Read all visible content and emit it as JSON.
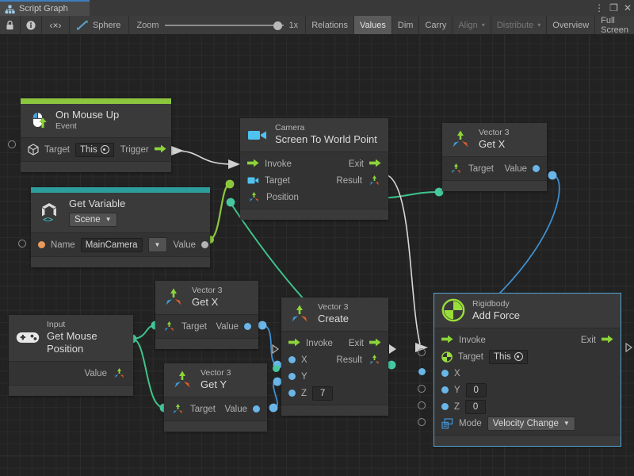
{
  "window": {
    "tab_label": "Script Graph",
    "tab_icon": "graph-icon",
    "menu_icon": "⋮",
    "maximize_icon": "❐",
    "close_icon": "✕"
  },
  "toolbar": {
    "lock_icon": "lock-icon",
    "info_icon": "info-icon",
    "code_icon": "‹×›",
    "object_name": "Sphere",
    "object_icon": "script-graph-asset-icon",
    "zoom_label": "Zoom",
    "zoom_value": "1x",
    "buttons": [
      {
        "label": "Relations",
        "state": "normal"
      },
      {
        "label": "Values",
        "state": "active"
      },
      {
        "label": "Dim",
        "state": "normal"
      },
      {
        "label": "Carry",
        "state": "normal"
      },
      {
        "label": "Align",
        "state": "dim",
        "caret": "▾"
      },
      {
        "label": "Distribute",
        "state": "dim",
        "caret": "▾"
      },
      {
        "label": "Overview",
        "state": "normal"
      },
      {
        "label": "Full Screen",
        "state": "normal"
      }
    ]
  },
  "colors": {
    "event_accent": "#8CC63F",
    "variable_accent": "#2A9D9C",
    "selection": "#53A8D8",
    "flow_wire": "#D8D8D8",
    "vector_wire": "#3FC48C",
    "float_wire": "#3F90D0",
    "object_wire": "#8CC63F",
    "canvas_bg": "#222222"
  },
  "nodes": [
    {
      "id": "on-mouse-up",
      "subtitle": "On Mouse Up",
      "title": "Event",
      "icon": "mouse-up-icon",
      "accent": "#8CC63F",
      "ports": [
        {
          "label": "Target",
          "icon": "cube-icon",
          "value": "This",
          "side": "left"
        },
        {
          "label": "Trigger",
          "icon": "flow-arrow",
          "side": "right"
        }
      ]
    },
    {
      "id": "get-variable",
      "subtitle": "Get Variable",
      "title": "Scene",
      "icon": "unity-variable-icon",
      "accent": "#2A9D9C",
      "scope": "Scene",
      "ports": [
        {
          "label": "Name",
          "value": "MainCamera",
          "side": "left"
        },
        {
          "label": "Value",
          "side": "right"
        }
      ]
    },
    {
      "id": "camera-screen-to-world",
      "subtitle": "Camera",
      "title": "Screen To World Point",
      "icon": "camera-icon",
      "ports": [
        {
          "label": "Invoke",
          "side": "left"
        },
        {
          "label": "Target",
          "side": "left"
        },
        {
          "label": "Position",
          "side": "left"
        },
        {
          "label": "Exit",
          "side": "right"
        },
        {
          "label": "Result",
          "side": "right"
        }
      ]
    },
    {
      "id": "vector3-getx-top",
      "subtitle": "Vector 3",
      "title": "Get X",
      "icon": "vector3-icon",
      "ports": [
        {
          "label": "Target",
          "side": "left"
        },
        {
          "label": "Value",
          "side": "right"
        }
      ]
    },
    {
      "id": "input-get-mouse-position",
      "subtitle": "Input",
      "title": "Get Mouse Position",
      "icon": "gamepad-icon",
      "ports": [
        {
          "label": "Value",
          "side": "right"
        }
      ]
    },
    {
      "id": "vector3-getx-mid",
      "subtitle": "Vector 3",
      "title": "Get X",
      "icon": "vector3-icon",
      "ports": [
        {
          "label": "Target",
          "side": "left"
        },
        {
          "label": "Value",
          "side": "right"
        }
      ]
    },
    {
      "id": "vector3-gety",
      "subtitle": "Vector 3",
      "title": "Get Y",
      "icon": "vector3-icon",
      "ports": [
        {
          "label": "Target",
          "side": "left"
        },
        {
          "label": "Value",
          "side": "right"
        }
      ]
    },
    {
      "id": "vector3-create",
      "subtitle": "Vector 3",
      "title": "Create",
      "icon": "vector3-icon",
      "ports": [
        {
          "label": "Invoke",
          "side": "left"
        },
        {
          "label": "X",
          "side": "left"
        },
        {
          "label": "Y",
          "side": "left"
        },
        {
          "label": "Z",
          "value": "7",
          "side": "left"
        },
        {
          "label": "Exit",
          "side": "right"
        },
        {
          "label": "Result",
          "side": "right"
        }
      ]
    },
    {
      "id": "rigidbody-add-force",
      "subtitle": "Rigidbody",
      "title": "Add Force",
      "icon": "rigidbody-icon",
      "selected": true,
      "ports": [
        {
          "label": "Invoke",
          "side": "left"
        },
        {
          "label": "Target",
          "value": "This",
          "side": "left"
        },
        {
          "label": "X",
          "side": "left"
        },
        {
          "label": "Y",
          "value": "0",
          "side": "left"
        },
        {
          "label": "Z",
          "value": "0",
          "side": "left"
        },
        {
          "label": "Mode",
          "value": "Velocity Change",
          "side": "left"
        },
        {
          "label": "Exit",
          "side": "right"
        }
      ]
    }
  ]
}
